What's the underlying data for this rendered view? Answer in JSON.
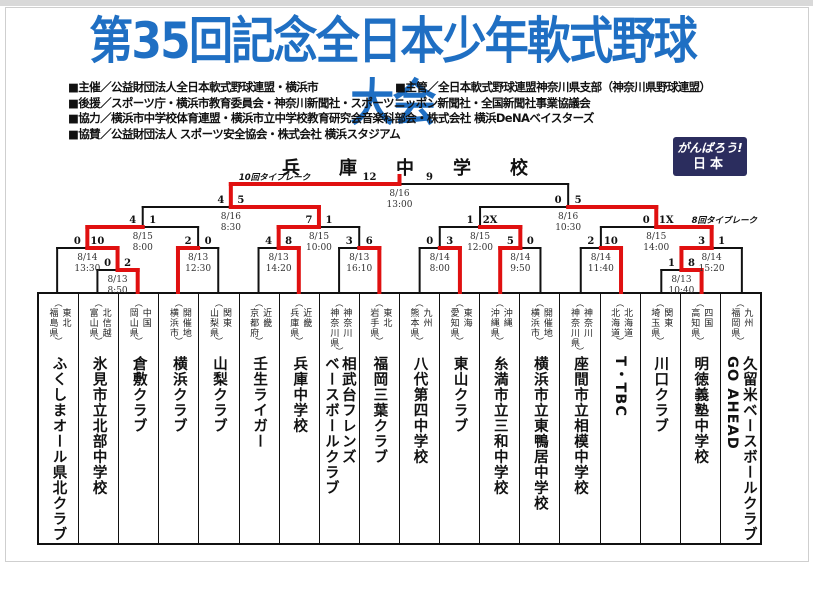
{
  "title": "第35回記念全日本少年軟式野球大会",
  "sponsors": {
    "host": "■主催／公益財団法人全日本軟式野球連盟・横浜市",
    "organizer": "■主管／全日本軟式野球連盟神奈川県支部（神奈川県野球連盟）",
    "support": "■後援／スポーツ庁・横浜市教育委員会・神奈川新聞社・スポーツニッポン新聞社・全国新聞社事業協議会",
    "cooperation": "■協力／横浜市中学校体育連盟・横浜市立中学校教育研究会音楽科部会・株式会社 横浜DeNAベイスターズ",
    "sponsorship": "■協賛／公益財団法人 スポーツ安全協会・株式会社 横浜スタジアム"
  },
  "badge": {
    "line1": "がんばろう!",
    "line2": "日本"
  },
  "champion": [
    "兵",
    "庫",
    "中",
    "学",
    "校"
  ],
  "colors": {
    "title": "#1f6fc3",
    "winner_line": "#e01010",
    "badge_bg": "#2b2d5e"
  },
  "teams": [
    {
      "region": "東北",
      "pref": "福島県",
      "name": [
        "ふくしまオール県北クラブ"
      ]
    },
    {
      "region": "北信越",
      "pref": "富山県",
      "name": [
        "氷見市立北部中学校"
      ]
    },
    {
      "region": "中国",
      "pref": "岡山県",
      "name": [
        "倉敷クラブ"
      ]
    },
    {
      "region": "開催地",
      "pref": "横浜市",
      "name": [
        "横浜クラブ"
      ]
    },
    {
      "region": "関東",
      "pref": "山梨県",
      "name": [
        "山梨クラブ"
      ]
    },
    {
      "region": "近畿",
      "pref": "京都府",
      "name": [
        "壬生ライガー"
      ]
    },
    {
      "region": "近畿",
      "pref": "兵庫県",
      "name": [
        "兵庫中学校"
      ]
    },
    {
      "region": "神奈川",
      "pref": "神奈川県",
      "name": [
        "相武台フレンズ",
        "ベースボールクラブ"
      ]
    },
    {
      "region": "東北",
      "pref": "岩手県",
      "name": [
        "福岡三葉クラブ"
      ]
    },
    {
      "region": "九州",
      "pref": "熊本県",
      "name": [
        "八代第四中学校"
      ]
    },
    {
      "region": "東海",
      "pref": "愛知県",
      "name": [
        "東山クラブ"
      ]
    },
    {
      "region": "沖縄",
      "pref": "沖縄県",
      "name": [
        "糸満市立三和中学校"
      ]
    },
    {
      "region": "開催地",
      "pref": "横浜市",
      "name": [
        "横浜市立東鴨居中学校"
      ]
    },
    {
      "region": "神奈川",
      "pref": "神奈川県",
      "name": [
        "座間市立相模中学校"
      ]
    },
    {
      "region": "北海道",
      "pref": "北海道",
      "name": [
        "T・TBC"
      ]
    },
    {
      "region": "関東",
      "pref": "埼玉県",
      "name": [
        "川口クラブ"
      ]
    },
    {
      "region": "四国",
      "pref": "高知県",
      "name": [
        "明徳義塾中学校"
      ]
    },
    {
      "region": "九州",
      "pref": "福岡県",
      "name": [
        "久留米ベースボールクラブ",
        "GO AHEAD"
      ]
    }
  ],
  "matches": [
    {
      "id": "L1",
      "a": {
        "team": 1
      },
      "b": {
        "team": 2
      },
      "scores": [
        "0",
        "2"
      ],
      "winner": "b",
      "date": "8/13",
      "time": "8:50",
      "level": 0
    },
    {
      "id": "L2",
      "a": {
        "team": 0
      },
      "b": {
        "match": "L1"
      },
      "scores": [
        "0",
        "10"
      ],
      "winner": "b",
      "date": "8/14",
      "time": "13:30",
      "level": 1
    },
    {
      "id": "L3",
      "a": {
        "team": 3
      },
      "b": {
        "team": 4
      },
      "scores": [
        "2",
        "0"
      ],
      "winner": "a",
      "date": "8/13",
      "time": "12:30",
      "level": 1
    },
    {
      "id": "L4",
      "a": {
        "match": "L2"
      },
      "b": {
        "match": "L3"
      },
      "scores": [
        "4",
        "1"
      ],
      "winner": "a",
      "date": "8/15",
      "time": "8:00",
      "level": 2
    },
    {
      "id": "L5",
      "a": {
        "team": 5
      },
      "b": {
        "team": 6
      },
      "scores": [
        "4",
        "8"
      ],
      "winner": "b",
      "date": "8/13",
      "time": "14:20",
      "level": 1
    },
    {
      "id": "L6",
      "a": {
        "team": 7
      },
      "b": {
        "team": 8
      },
      "scores": [
        "3",
        "6"
      ],
      "winner": "b",
      "date": "8/13",
      "time": "16:10",
      "level": 1
    },
    {
      "id": "L7",
      "a": {
        "match": "L5"
      },
      "b": {
        "match": "L6"
      },
      "scores": [
        "7",
        "1"
      ],
      "winner": "a",
      "date": "8/15",
      "time": "10:00",
      "level": 2
    },
    {
      "id": "L8",
      "a": {
        "match": "L4"
      },
      "b": {
        "match": "L7"
      },
      "scores": [
        "4",
        "5"
      ],
      "winner": "b",
      "date": "8/16",
      "time": "8:30",
      "level": 3
    },
    {
      "id": "R1",
      "a": {
        "team": 9
      },
      "b": {
        "team": 10
      },
      "scores": [
        "0",
        "3"
      ],
      "winner": "b",
      "date": "8/14",
      "time": "8:00",
      "level": 1
    },
    {
      "id": "R2",
      "a": {
        "team": 11
      },
      "b": {
        "team": 12
      },
      "scores": [
        "5",
        "0"
      ],
      "winner": "a",
      "date": "8/14",
      "time": "9:50",
      "level": 1
    },
    {
      "id": "R3",
      "a": {
        "match": "R1"
      },
      "b": {
        "match": "R2"
      },
      "scores": [
        "1",
        "2X"
      ],
      "winner": "b",
      "date": "8/15",
      "time": "12:00",
      "level": 2
    },
    {
      "id": "R4",
      "a": {
        "team": 13
      },
      "b": {
        "team": 14
      },
      "scores": [
        "2",
        "10"
      ],
      "winner": "b",
      "date": "8/14",
      "time": "11:40",
      "level": 1
    },
    {
      "id": "R5",
      "a": {
        "team": 15
      },
      "b": {
        "team": 16
      },
      "scores": [
        "1",
        "8"
      ],
      "winner": "b",
      "date": "8/13",
      "time": "10:40",
      "level": 0
    },
    {
      "id": "R6",
      "a": {
        "match": "R5"
      },
      "b": {
        "team": 17
      },
      "scores": [
        "3",
        "1"
      ],
      "winner": "a",
      "date": "8/14",
      "time": "15:20",
      "level": 1
    },
    {
      "id": "R7",
      "a": {
        "match": "R4"
      },
      "b": {
        "match": "R6"
      },
      "scores": [
        "0",
        "1X"
      ],
      "winner": "b",
      "date": "8/15",
      "time": "14:00",
      "level": 2,
      "note": "8回タイブレーク"
    },
    {
      "id": "R8",
      "a": {
        "match": "R3"
      },
      "b": {
        "match": "R7"
      },
      "scores": [
        "0",
        "5"
      ],
      "winner": "b",
      "date": "8/16",
      "time": "10:30",
      "level": 3
    },
    {
      "id": "F",
      "a": {
        "match": "L8"
      },
      "b": {
        "match": "R8"
      },
      "scores": [
        "12",
        "9"
      ],
      "winner": "a",
      "date": "8/16",
      "time": "13:00",
      "level": 4,
      "note": "10回タイブレーク"
    }
  ]
}
